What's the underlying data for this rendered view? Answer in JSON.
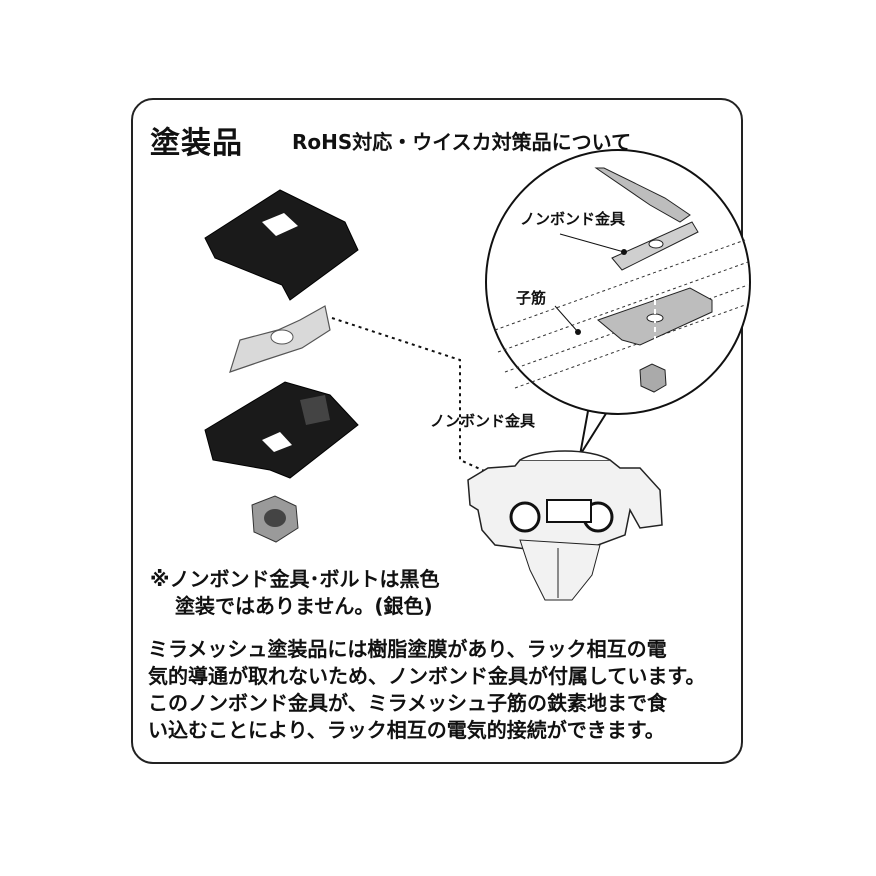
{
  "header": {
    "title": "塗装品",
    "subtitle": "RoHS対応・ウイスカ対策品について"
  },
  "labels": {
    "nonbond_top": "ノンボンド金具",
    "child_bar": "子筋",
    "nonbond_mid": "ノンボンド金具"
  },
  "note": {
    "line1": "※ノンボンド金具･ボルトは黒色",
    "line2": "塗装ではありません。(銀色)"
  },
  "description": {
    "line1": "ミラメッシュ塗装品には樹脂塗膜があり、ラック相互の電",
    "line2": "気的導通が取れないため、ノンボンド金具が付属しています。",
    "line3": "このノンボンド金具が、ミラメッシュ子筋の鉄素地まで食",
    "line4": "い込むことにより、ラック相互の電気的接続ができます。"
  },
  "colors": {
    "black_part": "#1a1a1a",
    "silver_part": "#d9d9d9",
    "zoom_part": "#bdbdbd",
    "outline": "#222222"
  }
}
